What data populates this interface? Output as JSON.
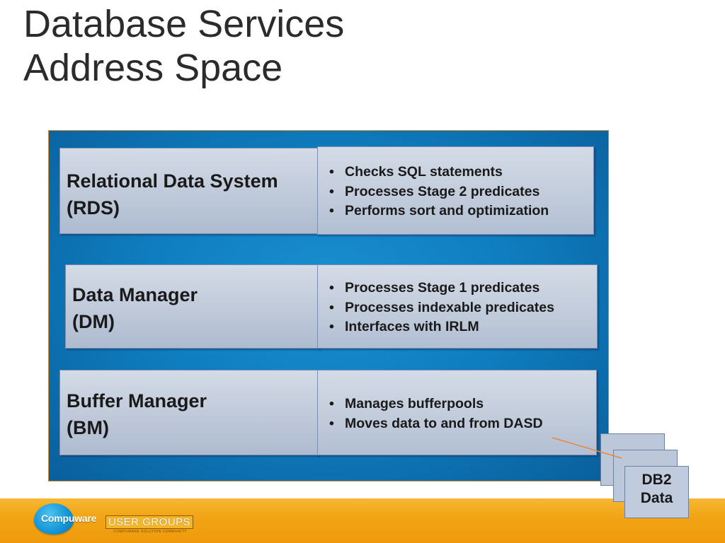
{
  "title": {
    "line1": "Database Services",
    "line2": "Address Space"
  },
  "components": [
    {
      "name_line1": "Relational Data System",
      "name_line2": "(RDS)",
      "duties": [
        "Checks SQL statements",
        "Processes Stage 2 predicates",
        "Performs sort and optimization"
      ]
    },
    {
      "name_line1": "Data Manager",
      "name_line2": "(DM)",
      "duties": [
        "Processes Stage 1 predicates",
        "Processes indexable predicates",
        "Interfaces with IRLM"
      ]
    },
    {
      "name_line1": "Buffer Manager",
      "name_line2": "(BM)",
      "duties": [
        "Manages bufferpools",
        "Moves data to and from DASD"
      ]
    }
  ],
  "storage": {
    "line1": "DB2",
    "line2": "Data"
  },
  "footer": {
    "logo_text": "Compuware",
    "user_groups": "USER GROUPS",
    "user_groups_sub": "COMPUWARE SOLUTION COMMUNITY"
  },
  "colors": {
    "address_space": "#0f7ec0",
    "box_fill": "#c2ccdb",
    "connector": "#e8893a",
    "footer": "#f2a516"
  }
}
